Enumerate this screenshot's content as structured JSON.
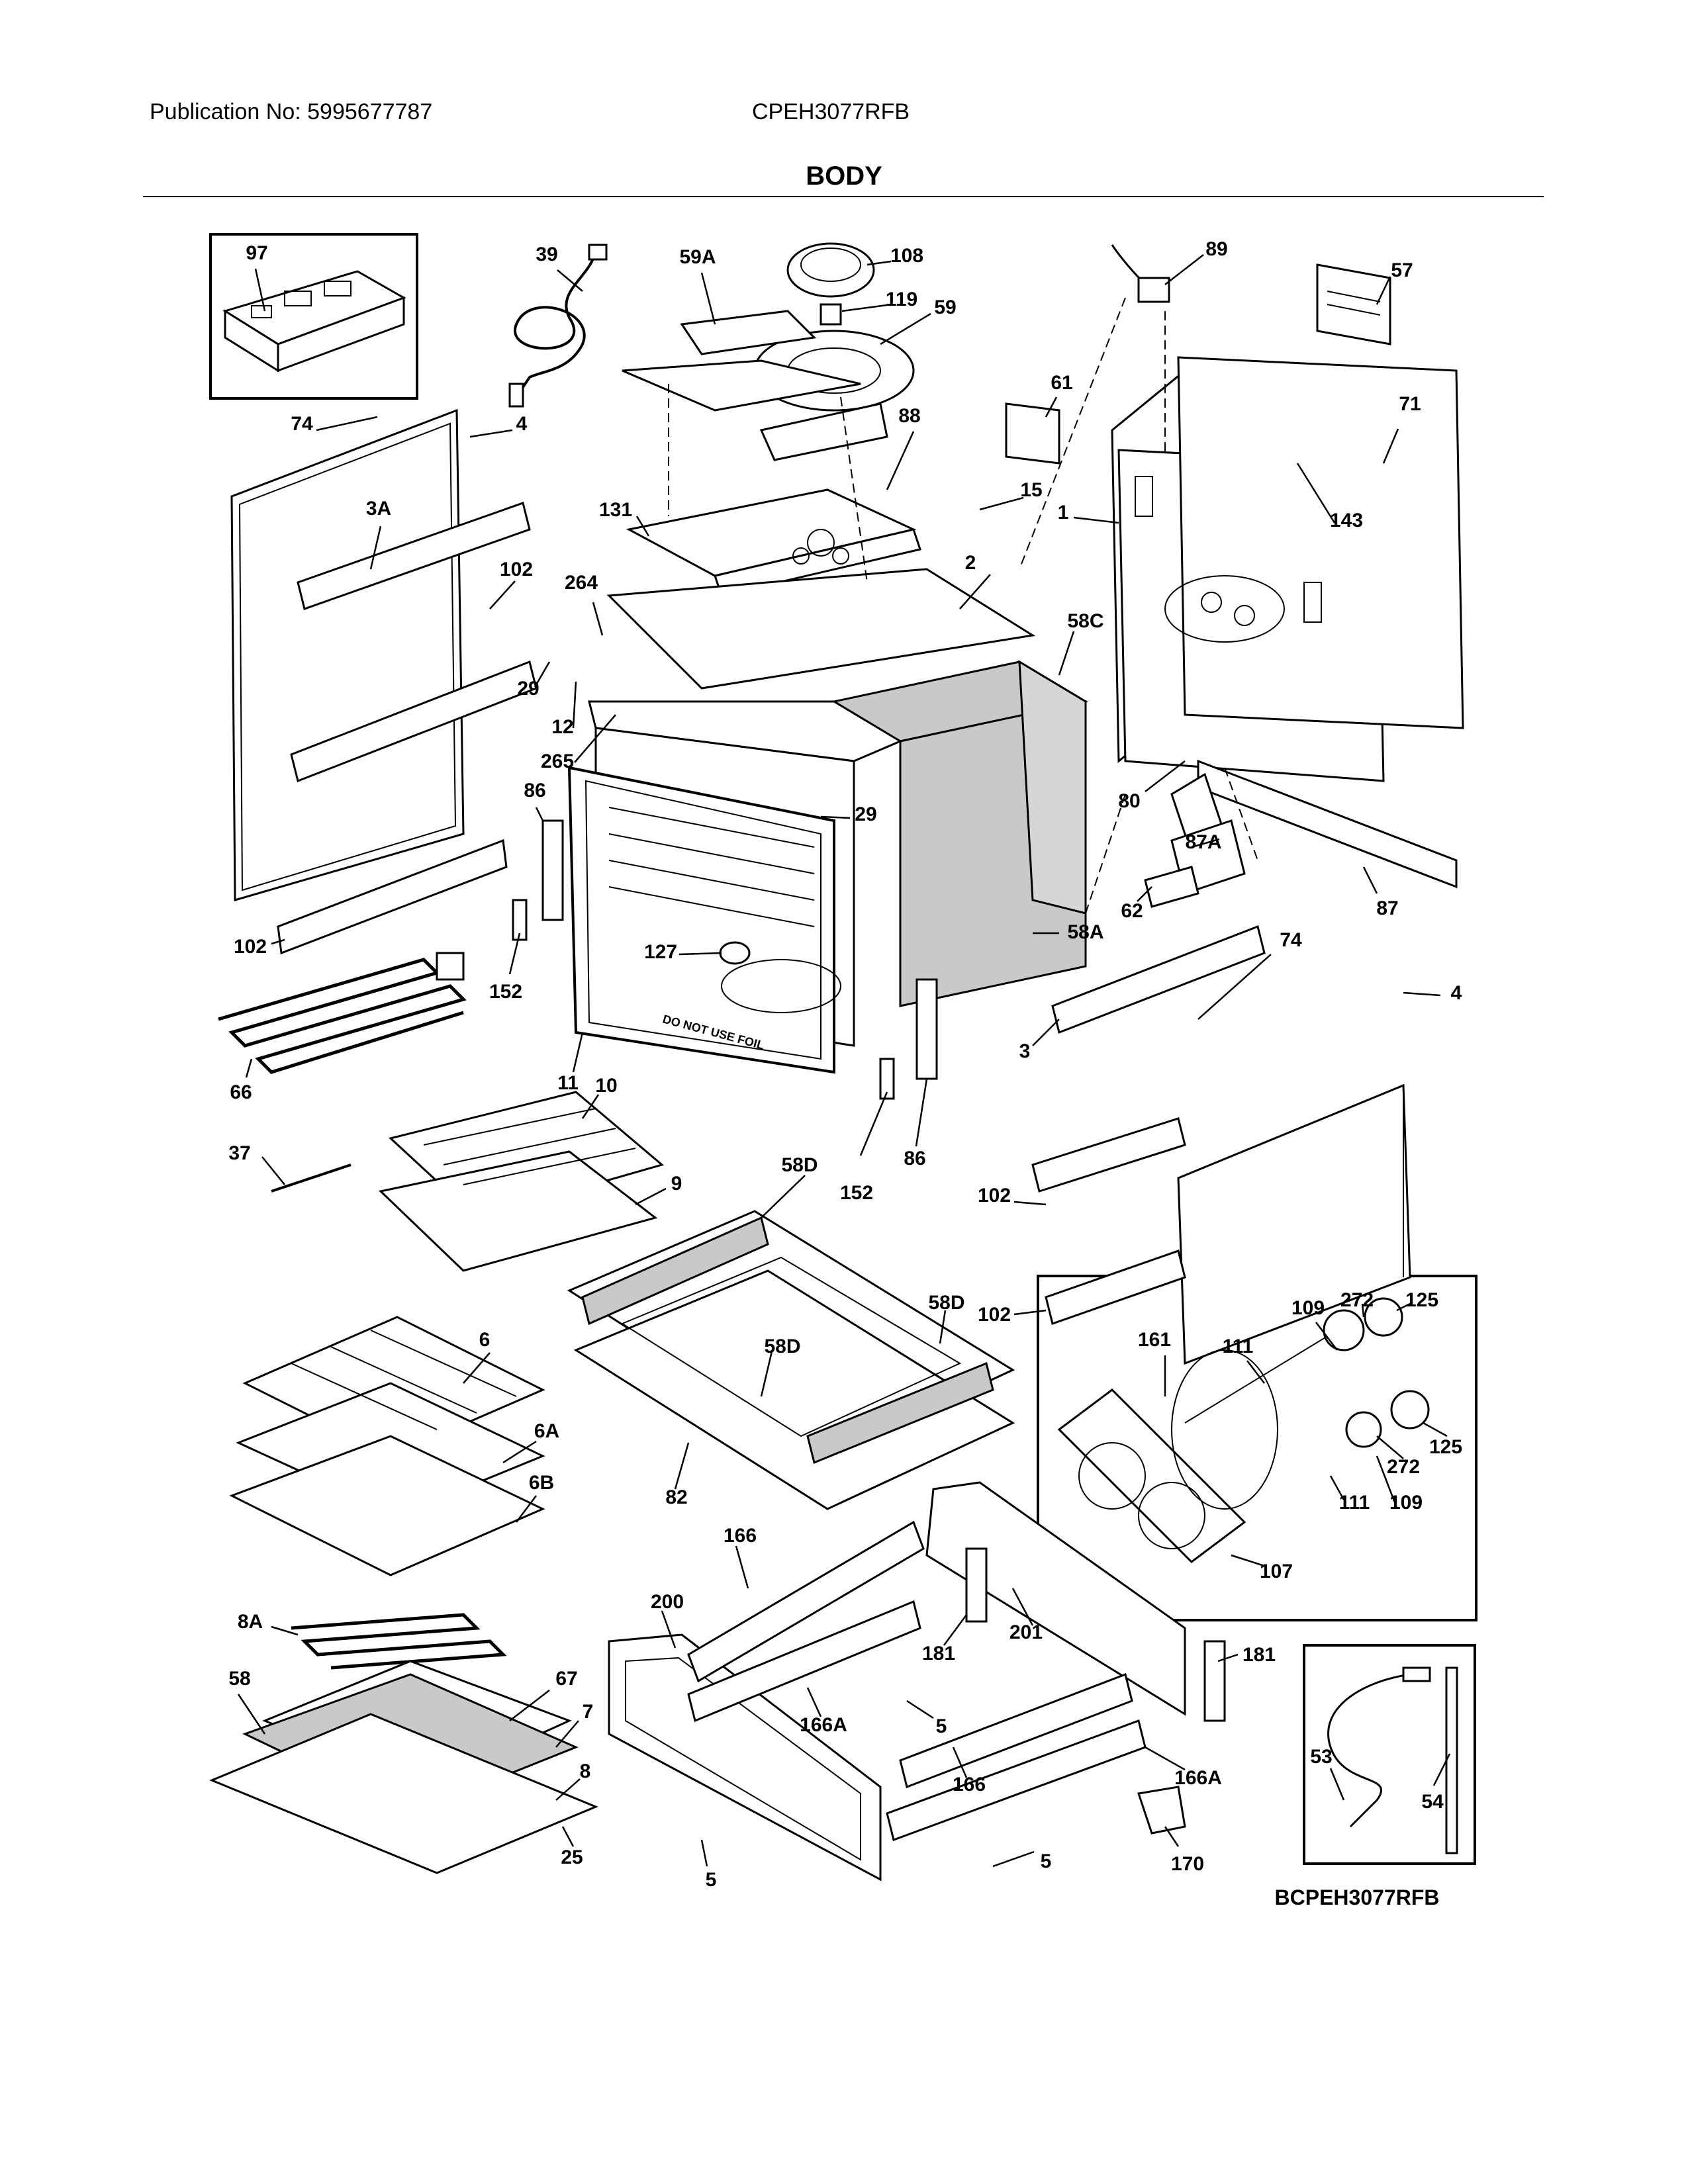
{
  "header": {
    "publication": "Publication No: 5995677787",
    "model": "CPEH3077RFB",
    "section_title": "BODY"
  },
  "diagram_code": "BCPEH3077RFB",
  "panel_text": "DO NOT USE FOIL",
  "callouts": [
    "97",
    "39",
    "59A",
    "108",
    "119",
    "59",
    "89",
    "57",
    "74",
    "4",
    "3A",
    "102",
    "131",
    "88",
    "61",
    "15",
    "71",
    "1",
    "143",
    "2",
    "264",
    "29",
    "58C",
    "12",
    "265",
    "80",
    "29",
    "87A",
    "86",
    "87",
    "62",
    "102",
    "127",
    "58A",
    "152",
    "74",
    "4",
    "11",
    "3",
    "66",
    "10",
    "37",
    "9",
    "58D",
    "152",
    "86",
    "102",
    "58D",
    "109",
    "272",
    "125",
    "58D",
    "102",
    "161",
    "111",
    "6",
    "6A",
    "125",
    "272",
    "82",
    "111",
    "109",
    "6B",
    "107",
    "166",
    "200",
    "201",
    "181",
    "8A",
    "181",
    "5",
    "67",
    "58",
    "166A",
    "7",
    "166",
    "166A",
    "8",
    "54",
    "53",
    "25",
    "5",
    "5",
    "170"
  ]
}
